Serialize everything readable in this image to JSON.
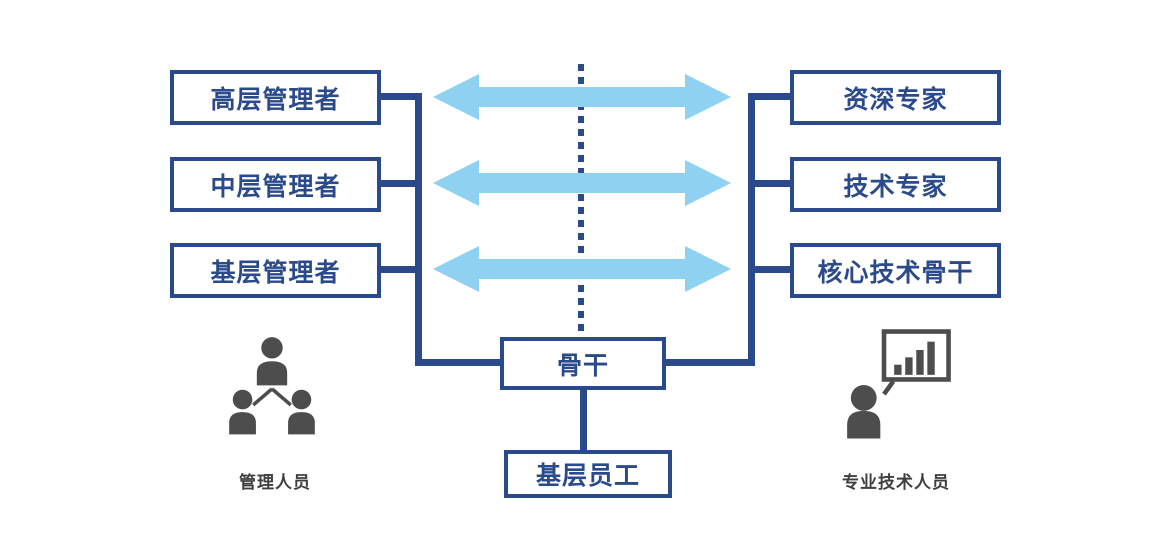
{
  "colors": {
    "line": "#2b4a8c",
    "box_border": "#2b4a8c",
    "box_text": "#2b4a8c",
    "arrow": "#8fd1f0",
    "icon": "#4d4d4d",
    "caption": "#3f3f3f"
  },
  "left": {
    "caption": "管理人员",
    "boxes": [
      {
        "label": "高层管理者"
      },
      {
        "label": "中层管理者"
      },
      {
        "label": "基层管理者"
      }
    ]
  },
  "right": {
    "caption": "专业技术人员",
    "boxes": [
      {
        "label": "资深专家"
      },
      {
        "label": "技术专家"
      },
      {
        "label": "核心技术骨干"
      }
    ]
  },
  "center": {
    "backbone": "骨干",
    "base": "基层员工"
  },
  "icons": {
    "left": "org-people-icon",
    "right": "presenter-chart-icon"
  }
}
